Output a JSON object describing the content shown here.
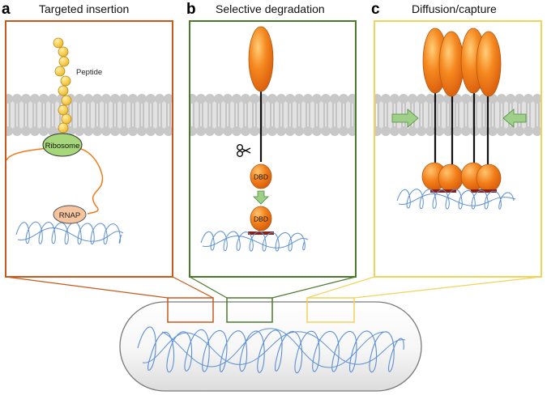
{
  "panels": [
    {
      "letter": "a",
      "title": "Targeted insertion",
      "color": "#c8591c"
    },
    {
      "letter": "b",
      "title": "Selective degradation",
      "color": "#4c7a2c"
    },
    {
      "letter": "c",
      "title": "Diffusion/capture",
      "color": "#f2d25a"
    }
  ],
  "labels": {
    "peptide": "Peptide",
    "ribosome": "Ribosome",
    "rnap": "RNAP",
    "dbd": "DBD"
  },
  "colors": {
    "membrane_lipid": "#c8c8c8",
    "dna": "#5b8fd6",
    "protein_orange": "#f07a1a",
    "peptide_bead": "#f5c94a",
    "ribosome": "#a6d77a",
    "rnap": "#f7c4a0",
    "binding_site": "#8a1f14",
    "arrow_green": "#9fd08a"
  },
  "icons": [
    "scissors-icon",
    "arrow-down-icon",
    "arrow-right-icon",
    "arrow-left-icon"
  ]
}
